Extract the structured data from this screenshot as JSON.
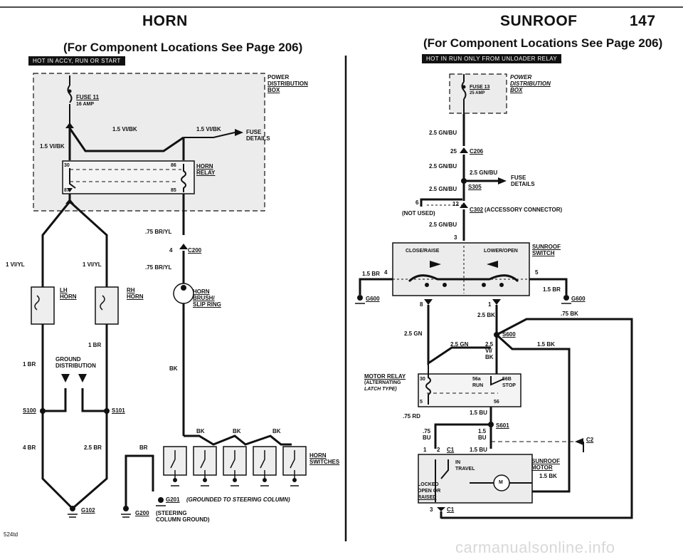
{
  "page": {
    "left_title": "HORN",
    "right_title": "SUNROOF",
    "page_number": "147",
    "left_subtitle": "(For Component Locations See Page 206)",
    "right_subtitle": "(For Component Locations See Page 206)",
    "left_badge": "HOT IN ACCY, RUN OR START",
    "right_badge": "HOT IN RUN ONLY FROM UNLOADER RELAY",
    "footnote": "524td",
    "watermark": "carmanualsonline.info"
  },
  "horn": {
    "power_dist": [
      "POWER",
      "DISTRIBUTION",
      "BOX"
    ],
    "fuse": "FUSE 11",
    "fuse_amp": "16 AMP",
    "wire_a": "1.5 VI/BK",
    "wire_b": "1.5 VI/BK",
    "wire_c": "1.5 VI/BK",
    "fuse_details": [
      "FUSE",
      "DETAILS"
    ],
    "relay": [
      "HORN",
      "RELAY"
    ],
    "pin30": "30",
    "pin86": "86",
    "pin87": "87",
    "pin85": "85",
    "wire_75_1": ".75 BR/YL",
    "c200_pin": "4",
    "c200": "C200",
    "wire_75_2": ".75 BR/YL",
    "wire_left": "1 VI/YL",
    "wire_right": "1 VI/YL",
    "lh_horn": [
      "LH",
      "HORN"
    ],
    "rh_horn": [
      "RH",
      "HORN"
    ],
    "horn_brush": [
      "HORN",
      "BRUSH/",
      "SLIP RING"
    ],
    "br_1a": "1 BR",
    "br_1b": "1 BR",
    "ground_dist": [
      "GROUND",
      "DISTRIBUTION"
    ],
    "s100": "S100",
    "s101": "S101",
    "br_4": "4 BR",
    "br_25": "2.5 BR",
    "br_plain": "BR",
    "bk_1": "BK",
    "bk_2": "BK",
    "bk_3": "BK",
    "bk_4": "BK",
    "horn_switches": [
      "HORN",
      "SWITCHES"
    ],
    "g201": "G201",
    "g201_note": "(GROUNDED TO STEERING COLUMN)",
    "g200": "G200",
    "g200_note": [
      "(STEERING",
      "COLUMN GROUND)"
    ],
    "g102": "G102"
  },
  "sunroof": {
    "power_dist": [
      "POWER",
      "DISTRIBUTION",
      "BOX"
    ],
    "fuse": "FUSE 13",
    "fuse_amp": "25 AMP",
    "w1": "2.5 GN/BU",
    "c206_pin": "25",
    "c206": "C206",
    "w2": "2.5 GN/BU",
    "w3": "2.5 GN/BU",
    "w4": "2.5 GN/BU",
    "s305": "S305",
    "fuse_details": [
      "FUSE",
      "DETAILS"
    ],
    "pin6": "6",
    "pin12": "12",
    "not_used": "(NOT USED)",
    "c302": "C302",
    "c302_note": "(ACCESSORY CONNECTOR)",
    "w5": "2.5 GN/BU",
    "pin3": "3",
    "switch": [
      "SUNROOF",
      "SWITCH"
    ],
    "close_raise": "CLOSE/RAISE",
    "lower_open": "LOWER/OPEN",
    "w_15br_l": "1.5 BR",
    "pin4": "4",
    "pin5": "5",
    "w_15br_r": "1.5 BR",
    "g600_l": "G600",
    "g600_r": "G600",
    "pin8": "8",
    "pin1": "1",
    "w_25bk": "2.5 BK",
    "w_75bk": ".75 BK",
    "s600": "S600",
    "w_25gn_a": "2.5 GN",
    "w_25gn_b": "2.5 GN",
    "w_25vibk": [
      "2.5",
      "VI/",
      "BK"
    ],
    "w_15bk_a": "1.5 BK",
    "motor_relay": [
      "MOTOR RELAY",
      "(ALTERNATING",
      "LATCH TYPE)"
    ],
    "pin30": "30",
    "pin56a": "56a",
    "run": "RUN",
    "pin56b": "56B",
    "stop": "STOP",
    "pin5b": "5",
    "pin56": "56",
    "w_15bu": "1.5 BU",
    "w_75rd": ".75 RD",
    "s601": "S601",
    "w_75bu": [
      ".75",
      "BU"
    ],
    "w_15bu_b": [
      "1.5",
      "BU"
    ],
    "c2": "C2",
    "pin1b": "1",
    "pin2": "2",
    "c1": "C1",
    "w_15bu_c": "1.5 BU",
    "in_travel": [
      "IN",
      "TRAVEL"
    ],
    "locked": [
      "LOCKED",
      "OPEN OR",
      "RAISED"
    ],
    "motor": [
      "SUNROOF",
      "MOTOR"
    ],
    "motor_wire": "1.5 BK",
    "m_symbol": "M",
    "pin3b": "3",
    "c1b": "C1"
  }
}
